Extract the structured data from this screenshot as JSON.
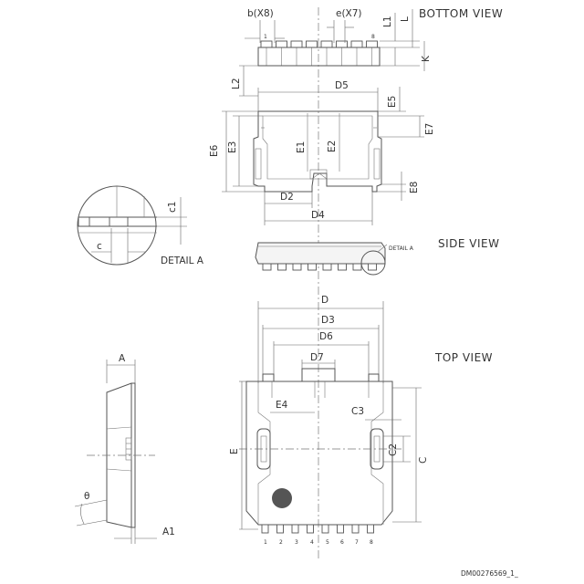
{
  "views": {
    "bottom": "BOTTOM VIEW",
    "side": "SIDE VIEW",
    "top": "TOP VIEW",
    "detail": "DETAIL A",
    "detail_ref": "DETAIL A"
  },
  "dims": {
    "b": "b(X8)",
    "e": "e(X7)",
    "L1": "L1",
    "L": "L",
    "K": "K",
    "L2": "L2",
    "D5": "D5",
    "E5": "E5",
    "E7": "E7",
    "E6": "E6",
    "E3": "E3",
    "E1": "E1",
    "E2": "E2",
    "E8": "E8",
    "D2": "D2",
    "D4": "D4",
    "c1": "c1",
    "c": "c",
    "D": "D",
    "D3": "D3",
    "D6": "D6",
    "D7": "D7",
    "A": "A",
    "E4": "E4",
    "C3": "C3",
    "C2": "C2",
    "E": "E",
    "C": "C",
    "theta": "θ",
    "A1": "A1"
  },
  "bottom_pins": {
    "first": "1",
    "last": "8"
  },
  "top_pins": [
    "1",
    "2",
    "3",
    "4",
    "5",
    "6",
    "7",
    "8"
  ],
  "drawing_code": "DM00276569_1_"
}
